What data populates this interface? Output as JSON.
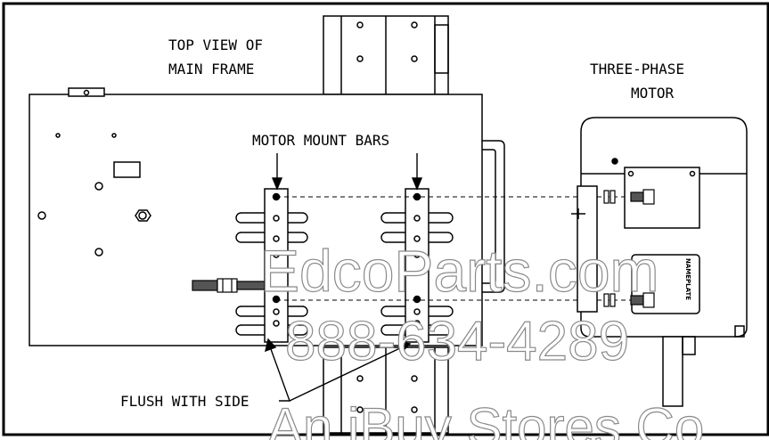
{
  "labels": {
    "top_view_line1": "TOP VIEW OF",
    "top_view_line2": "MAIN FRAME",
    "motor_line1": "THREE-PHASE",
    "motor_line2": "MOTOR",
    "mount_bars": "MOTOR MOUNT BARS",
    "flush": "FLUSH WITH SIDE",
    "nameplate": "NAMEPLATE"
  },
  "watermark": {
    "line1": "EdcoParts.com",
    "line2": "888-634-4289",
    "line3": "An iBuy Stores Co"
  },
  "colors": {
    "line": "#000000",
    "watermark_outline": "#8a8a8a",
    "background": "#ffffff"
  }
}
